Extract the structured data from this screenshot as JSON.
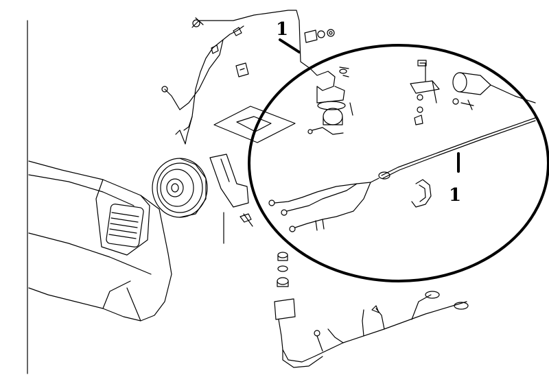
{
  "diagram": {
    "callouts": [
      {
        "id": "callout-top",
        "text": "1"
      },
      {
        "id": "callout-right",
        "text": "1"
      }
    ],
    "colors": {
      "ink": "#000000",
      "paper": "#ffffff"
    }
  }
}
